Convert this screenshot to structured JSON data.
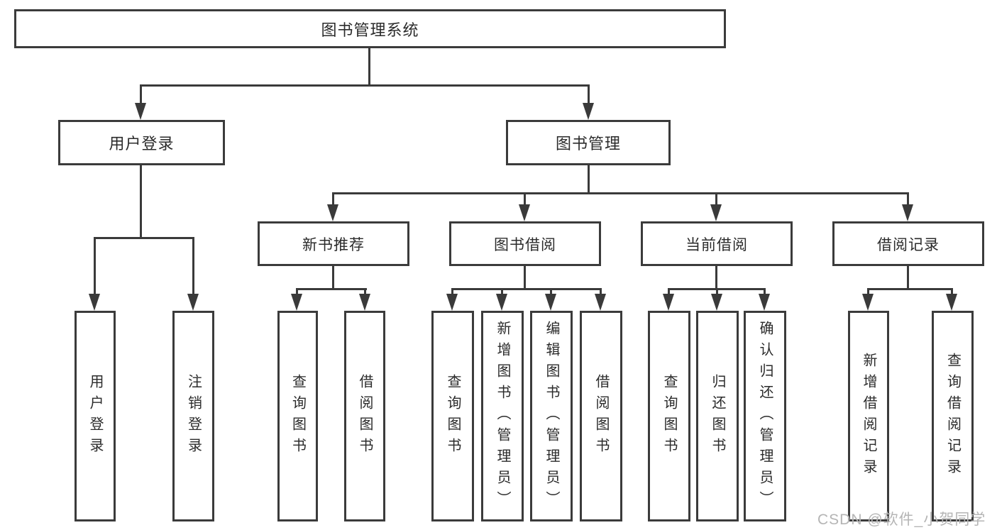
{
  "diagram": {
    "root": {
      "label": "图书管理系统"
    },
    "branches": [
      {
        "label": "用户登录",
        "children": [
          {
            "label": "用户登录"
          },
          {
            "label": "注销登录"
          }
        ]
      },
      {
        "label": "图书管理",
        "children": [
          {
            "label": "新书推荐",
            "children": [
              {
                "label": "查询图书"
              },
              {
                "label": "借阅图书"
              }
            ]
          },
          {
            "label": "图书借阅",
            "children": [
              {
                "label": "查询图书"
              },
              {
                "label": "新增图书（管理员）"
              },
              {
                "label": "编辑图书（管理员）"
              },
              {
                "label": "借阅图书"
              }
            ]
          },
          {
            "label": "当前借阅",
            "children": [
              {
                "label": "查询图书"
              },
              {
                "label": "归还图书"
              },
              {
                "label": "确认归还（管理员）"
              }
            ]
          },
          {
            "label": "借阅记录",
            "children": [
              {
                "label": "新增借阅记录"
              },
              {
                "label": "查询借阅记录"
              }
            ]
          }
        ]
      }
    ]
  },
  "watermark": {
    "text": "CSDN @软件_小贺同学"
  },
  "colors": {
    "line": "#3a3a3a",
    "box_border": "#3b3b3b",
    "box_fill": "#ffffff",
    "text": "#2b2b2b",
    "watermark": "#b5b5b5",
    "background": "#ffffff"
  }
}
